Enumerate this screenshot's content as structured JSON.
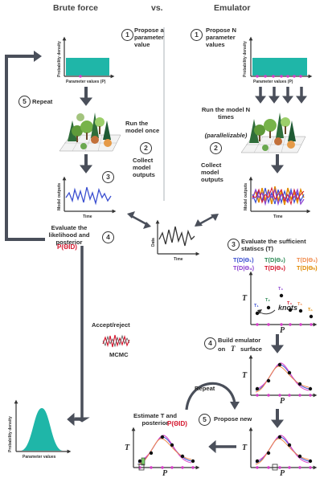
{
  "header": {
    "left": "Brute force",
    "vs": "vs.",
    "right": "Emulator"
  },
  "brute": {
    "step1": "Propose a parameter value",
    "step_run": "Run the model once",
    "step2": "Collect model outputs",
    "step4": "Evaluate the likelihood and posterior",
    "posterior": "P(ΘID)",
    "repeat": "Repeat"
  },
  "emulator": {
    "step1": "Propose N parameter values",
    "step_run": "Run the model N times",
    "parallel": "(parallelizable)",
    "step2": "Collect model outputs",
    "step3": "Evaluate the sufficient statiscs (T)",
    "knots": "knots",
    "step4_a": "Build emulator",
    "step4_b": "on",
    "step4_t": "T",
    "step4_c": "surface",
    "repeat": "Repeat",
    "step5": "Propose new",
    "estimate": "Estimate T and posterior",
    "posterior": "P(ΘID)"
  },
  "stats": [
    {
      "text": "T(D|Θ₁)",
      "color": "#3b4fd0"
    },
    {
      "text": "T(D|Θ₂)",
      "color": "#2e8b57"
    },
    {
      "text": "T(D|Θ₃)",
      "color": "#f08a4b"
    },
    {
      "text": "T(D|Θ₄)",
      "color": "#8a3fd0"
    },
    {
      "text": "T(D|Θ₅)",
      "color": "#d4132b"
    },
    {
      "text": "T(D|Θₙ)",
      "color": "#e08a00"
    }
  ],
  "knot_labels": [
    "T₁",
    "T₂",
    "T₃",
    "T₄",
    "T₅",
    "Tₙ"
  ],
  "nums": [
    "1",
    "2",
    "3",
    "4",
    "5"
  ],
  "middle": {
    "accept": "Accept/reject",
    "mcmc": "MCMC"
  },
  "axes": {
    "prob_density": "Probability density",
    "param_values_p": "Parameter values (P)",
    "param_values": "Parameter values",
    "model_outputs": "Model outputs",
    "time": "Time",
    "data": "Data",
    "T": "T",
    "P": "P"
  },
  "colors": {
    "teal": "#1fb6a8",
    "pink": "#d63cc8",
    "arrow": "#4a4f5a",
    "red": "#d4132b"
  }
}
